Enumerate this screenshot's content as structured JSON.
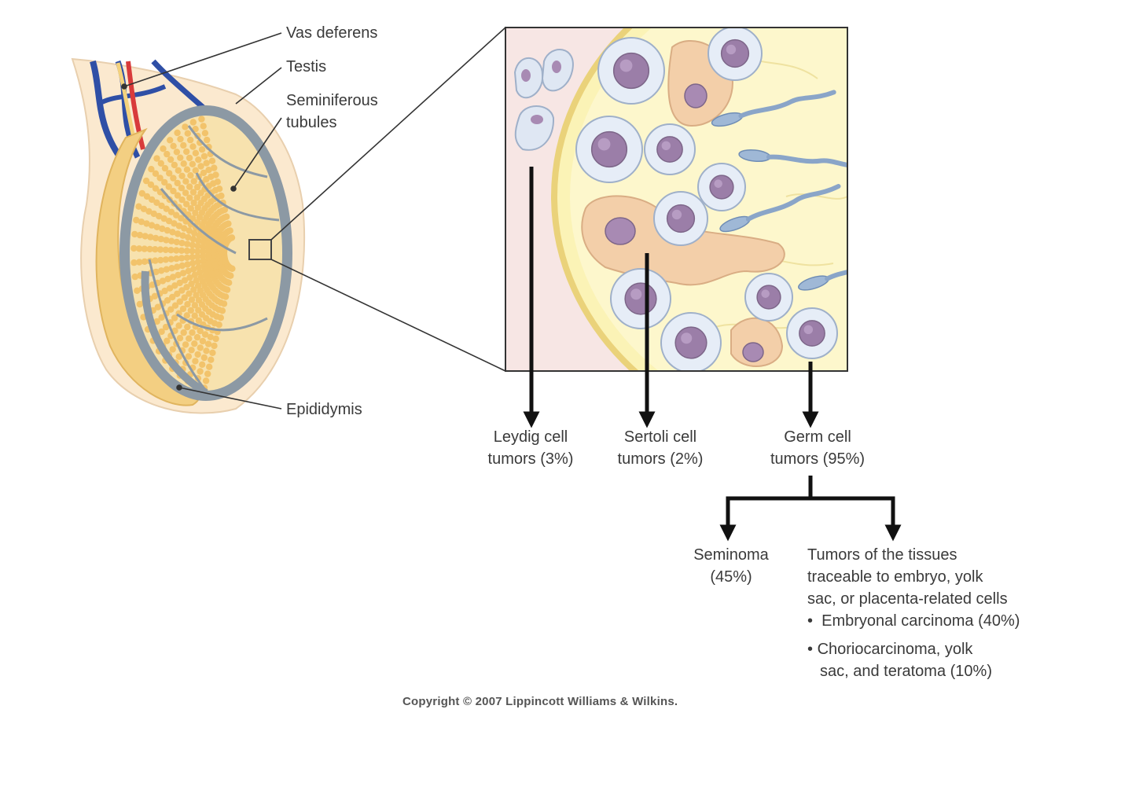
{
  "anatomy_labels": {
    "vas_deferens": "Vas deferens",
    "testis": "Testis",
    "seminiferous_line1": "Seminiferous",
    "seminiferous_line2": "tubules",
    "epididymis": "Epididymis"
  },
  "tumor_types": {
    "leydig": {
      "line1": "Leydig cell",
      "line2": "tumors (3%)"
    },
    "sertoli": {
      "line1": "Sertoli cell",
      "line2": "tumors (2%)"
    },
    "germ": {
      "line1": "Germ cell",
      "line2": "tumors (95%)"
    }
  },
  "germ_subtypes": {
    "seminoma": {
      "line1": "Seminoma",
      "line2": "(45%)"
    },
    "other": {
      "line1": "Tumors of the tissues",
      "line2": "traceable to embryo, yolk",
      "line3": "sac, or placenta-related cells",
      "bullet1": "Embryonal carcinoma (40%)",
      "bullet2_line1": "Choriocarcinoma, yolk",
      "bullet2_line2": "sac, and teratoma (10%)"
    }
  },
  "copyright": "Copyright © 2007 Lippincott Williams & Wilkins.",
  "colors": {
    "tubule": "#f2c36b",
    "testis_fill": "#f7e2ae",
    "tunica": "#8c99a4",
    "vein": "#2f4fa6",
    "artery": "#d83b3b",
    "interstitium": "#f7e6e4",
    "lumen": "#fdf6c8",
    "cell_nucleus": "#9b7ea8",
    "sertoli": "#f3cfa9",
    "sperm": "#9fb8d6"
  }
}
